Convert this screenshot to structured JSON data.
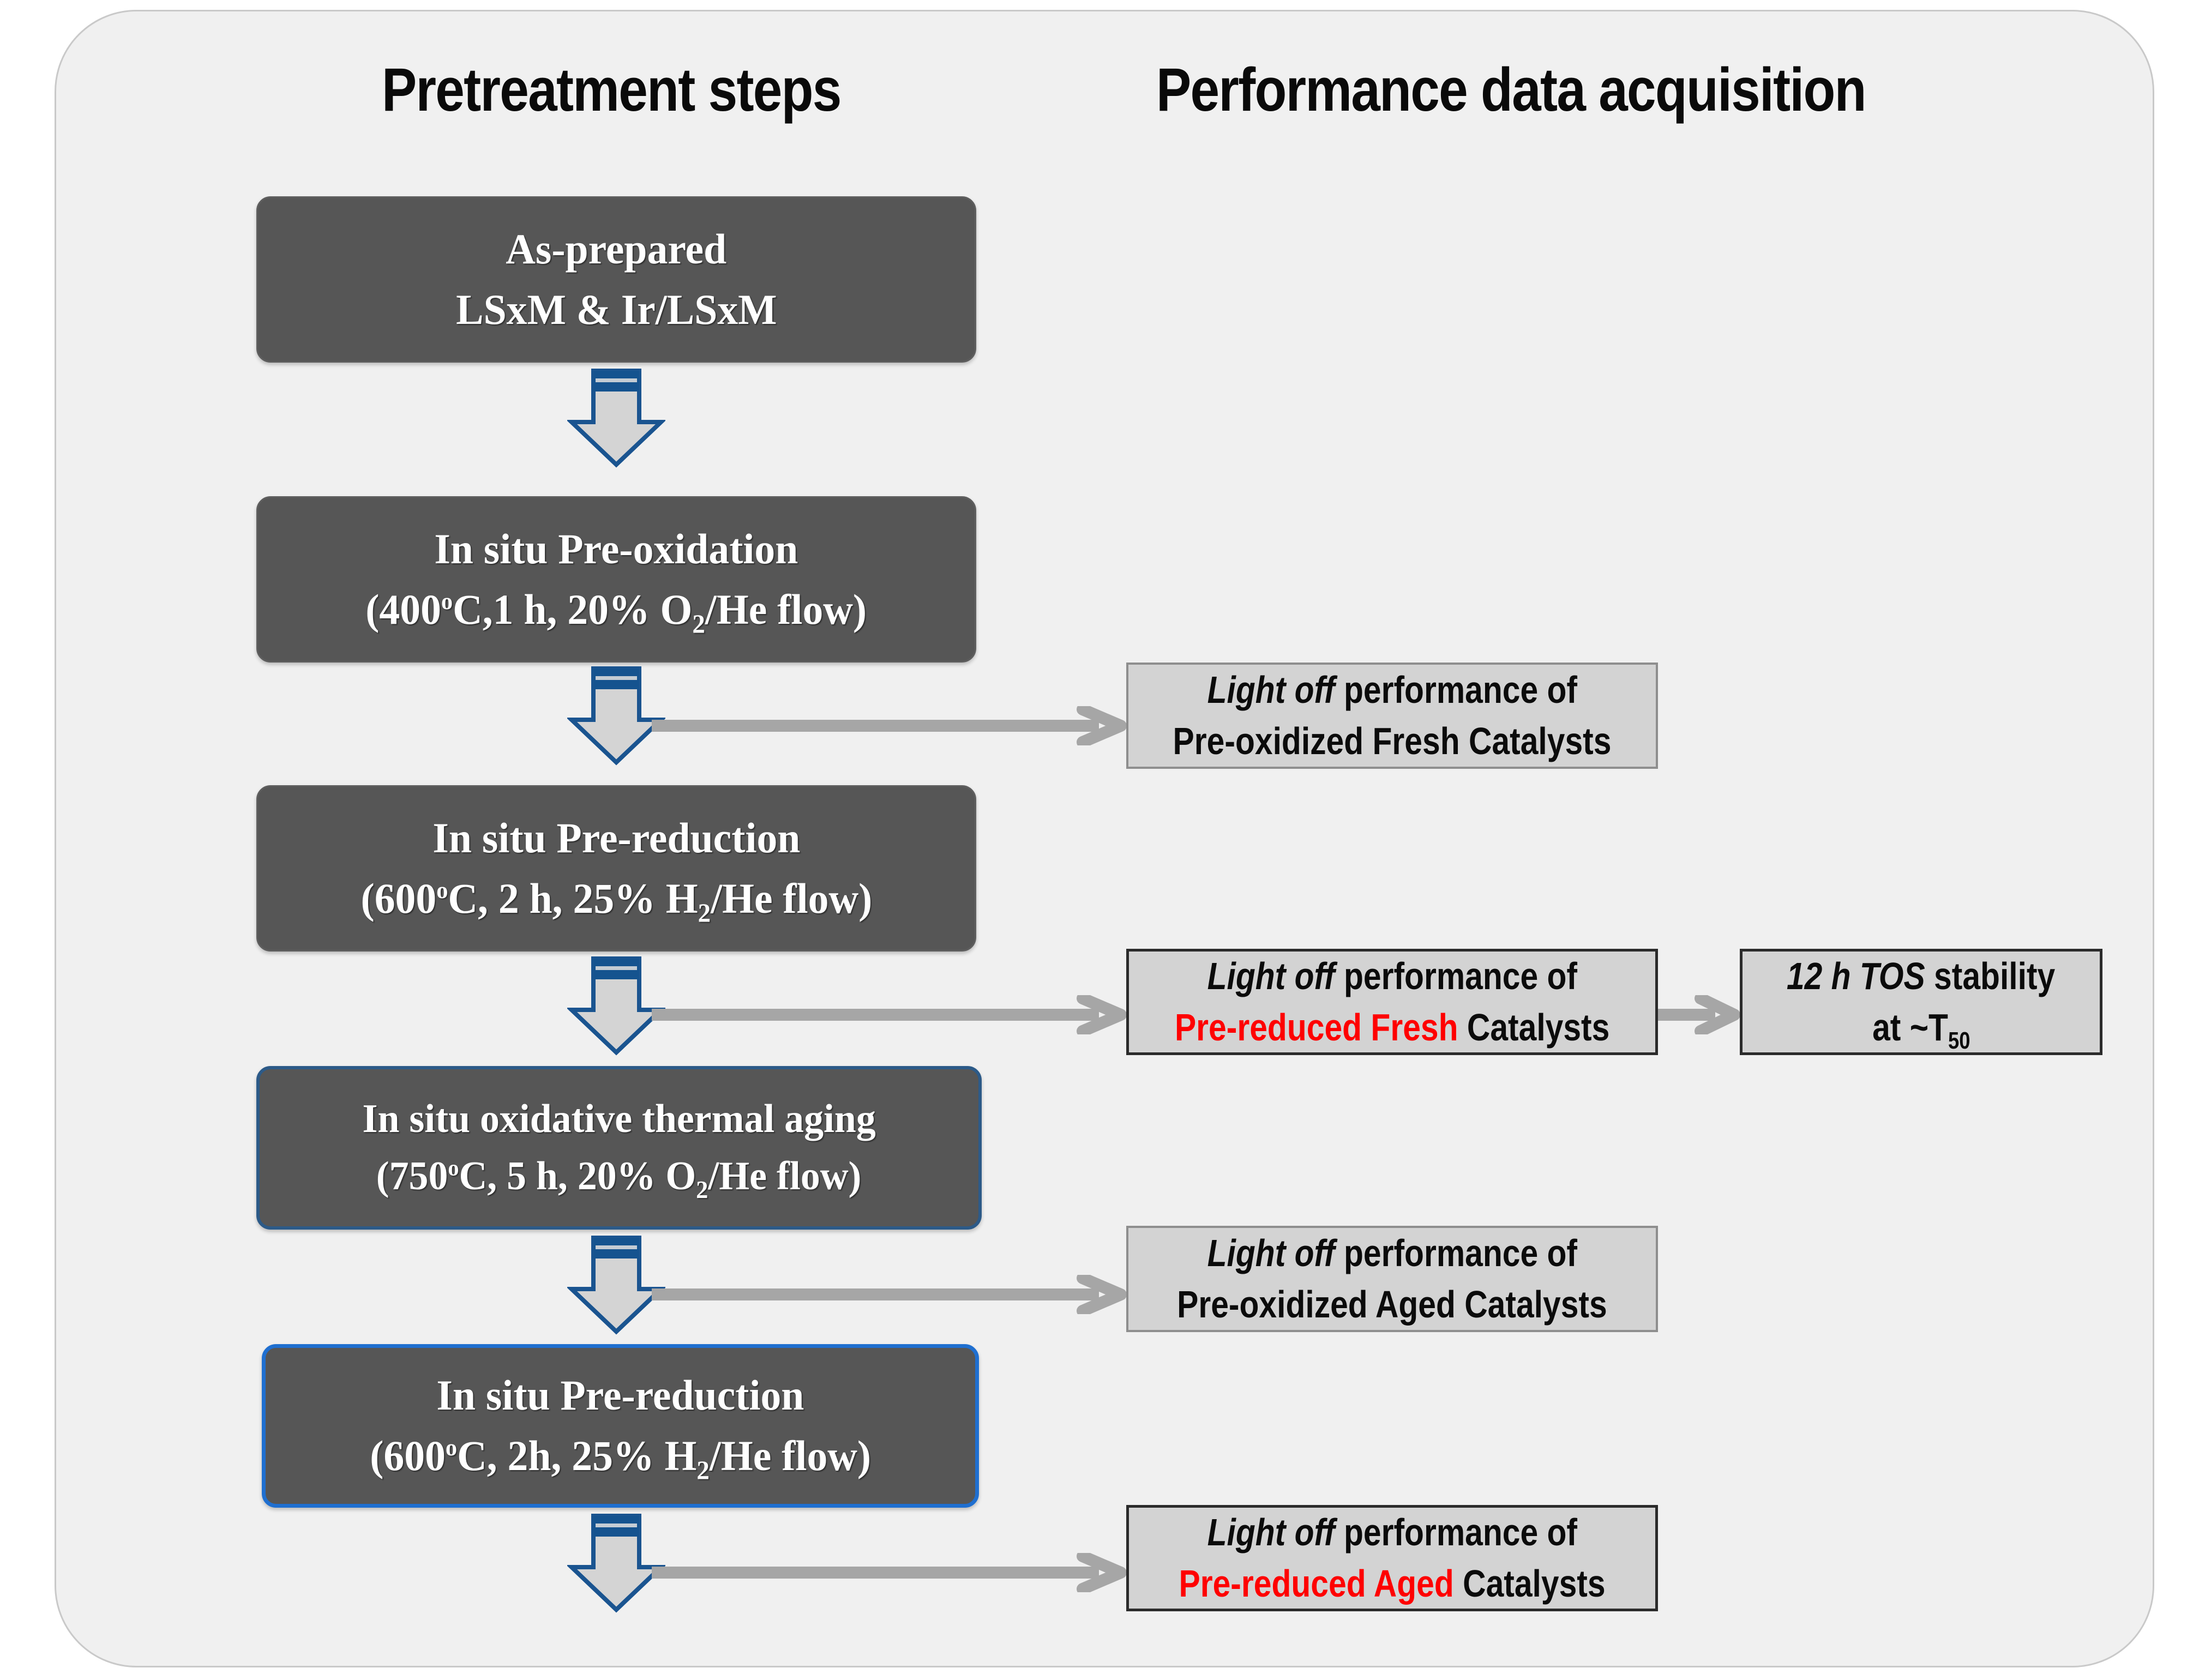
{
  "panel": {
    "background": "#f0f0f0",
    "border_color": "#c9c9c9"
  },
  "columns": {
    "left_title": "Pretreatment steps",
    "right_title": "Performance data acquisition"
  },
  "colors": {
    "dark_box_fill": "#565656",
    "dark_box_text": "#ffffff",
    "light_box_fill": "#d3d3d3",
    "light_box_text": "#0b0b0b",
    "highlight_red": "#ff0000",
    "arrow_outline_blue": "#1a5490",
    "arrow_fill_gray": "#d4d4d4",
    "connector_gray": "#a6a6a6",
    "blue_edge": "#2c5a88",
    "bright_blue_edge": "#1f6fd0"
  },
  "pretreatment_steps": [
    {
      "id": "as-prepared",
      "line1": "As-prepared",
      "line2_pre": "LSxM & Ir/LSxM",
      "line2_sub": "",
      "line2_post": ""
    },
    {
      "id": "pre-oxidation-1",
      "line1": "In situ Pre-oxidation",
      "line2_pre": "(400",
      "line2_deg": "o",
      "line2_mid": "C,1 h, 20% O",
      "line2_sub": "2",
      "line2_post": "/He flow)"
    },
    {
      "id": "pre-reduction-1",
      "line1": "In situ Pre-reduction",
      "line2_pre": "(600",
      "line2_deg": "o",
      "line2_mid": "C, 2 h, 25% H",
      "line2_sub": "2",
      "line2_post": "/He flow)"
    },
    {
      "id": "oxidative-thermal-aging",
      "line1": "In situ oxidative thermal aging",
      "line2_pre": "(750",
      "line2_deg": "o",
      "line2_mid": "C, 5 h, 20% O",
      "line2_sub": "2",
      "line2_post": "/He flow)"
    },
    {
      "id": "pre-reduction-2",
      "line1": "In situ Pre-reduction",
      "line2_pre": "(600",
      "line2_deg": "o",
      "line2_mid": "C, 2h, 25% H",
      "line2_sub": "2",
      "line2_post": "/He flow)"
    }
  ],
  "performance_results": [
    {
      "id": "pre-oxidized-fresh",
      "line1_em": "Light off",
      "line1_rest": " performance of",
      "line2_red": "",
      "line2_black": "Pre-oxidized Fresh Catalysts"
    },
    {
      "id": "pre-reduced-fresh",
      "line1_em": "Light off",
      "line1_rest": " performance of",
      "line2_red": "Pre-reduced Fresh",
      "line2_black": " Catalysts"
    },
    {
      "id": "pre-oxidized-aged",
      "line1_em": "Light off",
      "line1_rest": " performance of",
      "line2_red": "",
      "line2_black": "Pre-oxidized Aged Catalysts"
    },
    {
      "id": "pre-reduced-aged",
      "line1_em": "Light off",
      "line1_rest": " performance of",
      "line2_red": "Pre-reduced Aged",
      "line2_black": " Catalysts"
    }
  ],
  "stability_test": {
    "id": "tos-stability",
    "line1_em": "12 h TOS",
    "line1_rest": " stability",
    "line2_pre": "at ~T",
    "line2_sub": "50"
  }
}
